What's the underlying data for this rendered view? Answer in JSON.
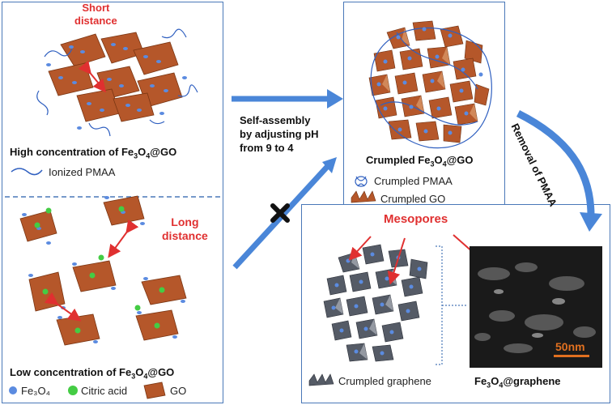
{
  "left_top": {
    "short_distance": "Short\ndistance",
    "caption_prefix": "High concentration of Fe",
    "caption_sub1": "3",
    "caption_mid": "O",
    "caption_sub2": "4",
    "caption_suffix": "@GO",
    "legend_pmaa": "Ionized PMAA"
  },
  "left_bottom": {
    "long_distance_line1": "Long",
    "long_distance_line2": "distance",
    "caption_prefix": "Low concentration of Fe",
    "caption_sub1": "3",
    "caption_mid": "O",
    "caption_sub2": "4",
    "caption_suffix": "@GO",
    "legend_fe3o4": "Fe₃O₄",
    "legend_citric": "Citric acid",
    "legend_go": "GO"
  },
  "middle": {
    "line1": "Self-assembly",
    "line2": "by adjusting pH",
    "line3": "from 9 to 4"
  },
  "right_top": {
    "caption_prefix": "Crumpled Fe",
    "caption_sub1": "3",
    "caption_mid": "O",
    "caption_sub2": "4",
    "caption_suffix": "@GO",
    "legend_pmaa": "Crumpled PMAA",
    "legend_go": "Crumpled GO"
  },
  "side_arrow_label": "Removal of PMAA",
  "right_bottom": {
    "mesopores": "Mesopores",
    "legend_graphene": "Crumpled graphene",
    "caption_prefix": "Fe",
    "caption_sub1": "3",
    "caption_mid": "O",
    "caption_sub2": "4",
    "caption_suffix": "@graphene",
    "scale_label": "50nm"
  },
  "colors": {
    "panel_border": "#4a78b8",
    "arrow_blue": "#4a86d8",
    "go_brown": "#b5572a",
    "fe3o4_blue": "#5b8be0",
    "citric_green": "#44cc44",
    "label_red": "#e03030",
    "graphene_gray": "#555b66"
  }
}
